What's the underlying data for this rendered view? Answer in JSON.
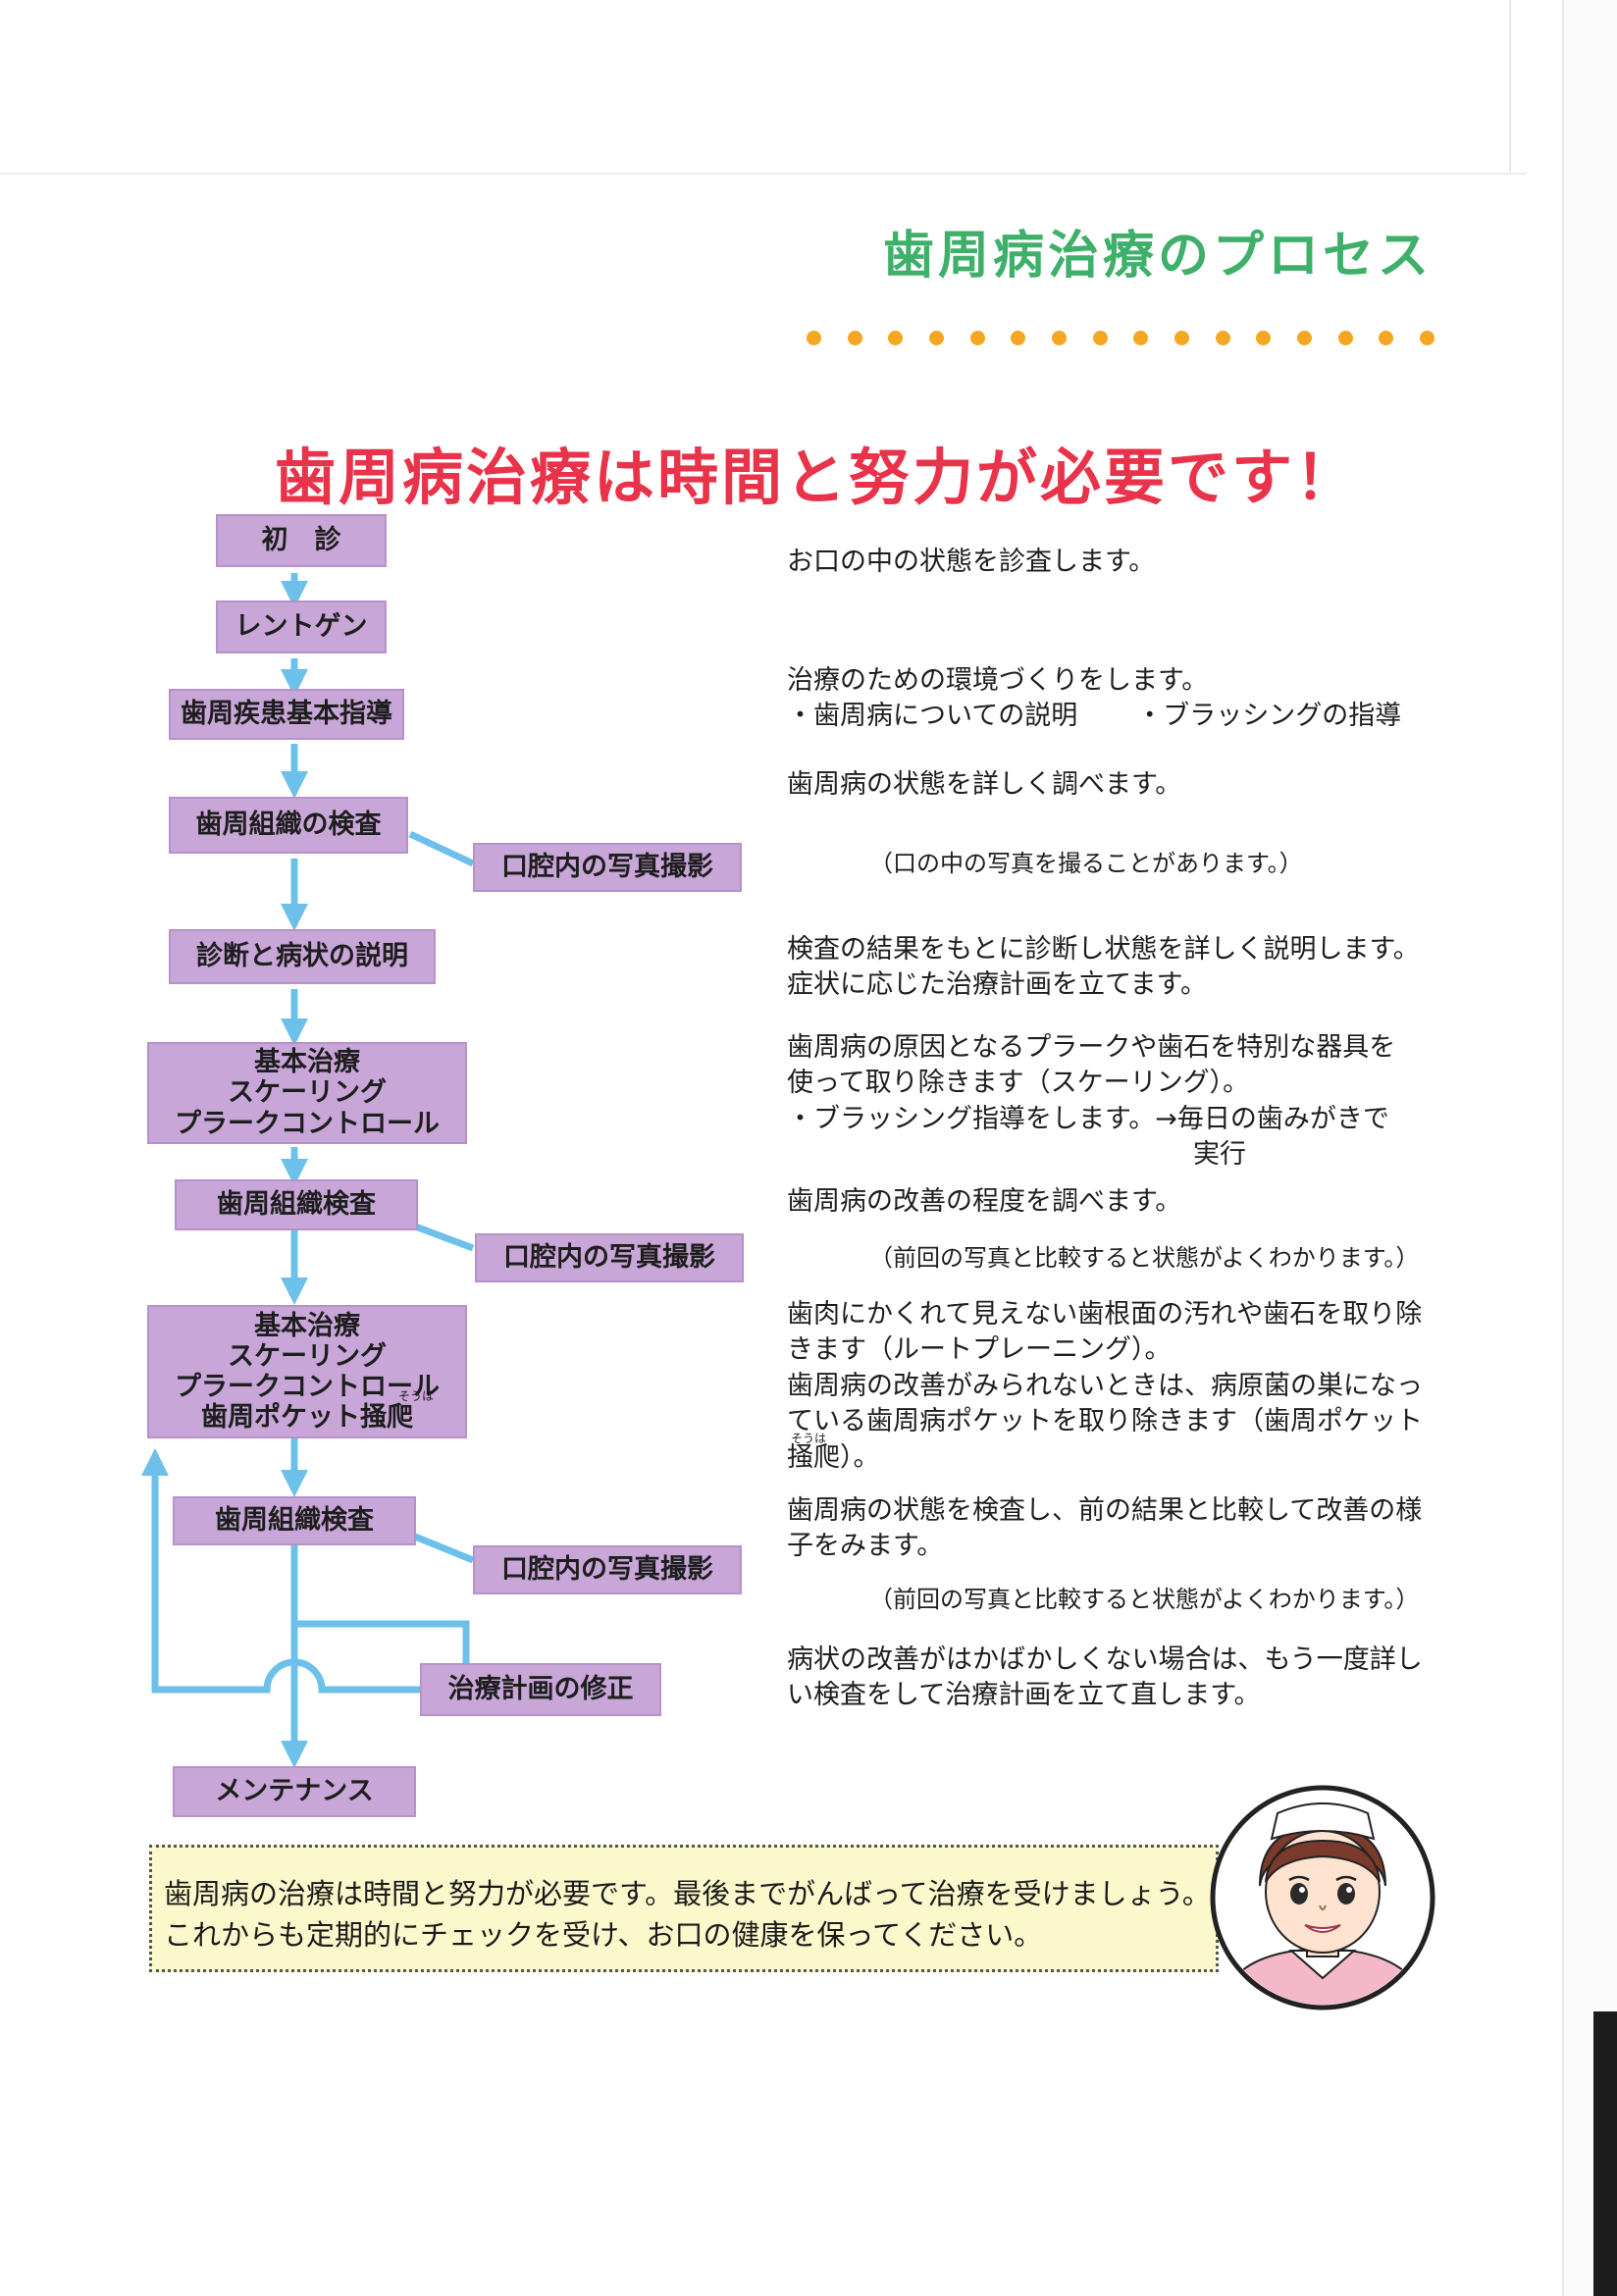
{
  "header": {
    "title": "歯周病治療のプロセス",
    "dot_count": 16,
    "accent_color": "#3fb06a",
    "dot_color": "#f5a623"
  },
  "headline": "歯周病治療は時間と努力が必要です！",
  "headline_color": "#e8334a",
  "flow": {
    "box_color": "#c8a6d8",
    "arrow_color": "#6cc0ea",
    "steps": [
      {
        "label": "初　診"
      },
      {
        "label": "レントゲン"
      },
      {
        "label": "歯周疾患基本指導"
      },
      {
        "label": "歯周組織の検査"
      },
      {
        "label": "口腔内の写真撮影"
      },
      {
        "label": "診断と病状の説明"
      },
      {
        "lines": [
          "基本治療",
          "スケーリング",
          "プラークコントロール"
        ]
      },
      {
        "label": "歯周組織検査"
      },
      {
        "label": "口腔内の写真撮影"
      },
      {
        "lines": [
          "基本治療",
          "スケーリング",
          "プラークコントロール",
          "歯周ポケット掻爬"
        ]
      },
      {
        "label": "歯周組織検査"
      },
      {
        "label": "口腔内の写真撮影"
      },
      {
        "label": "治療計画の修正"
      },
      {
        "label": "メンテナンス"
      }
    ],
    "furigana": "そうは"
  },
  "descriptions": {
    "d1": "お口の中の状態を診査します。",
    "d2": {
      "line1": "治療のための環境づくりをします。",
      "bullet_a": "・歯周病についての説明",
      "bullet_b": "・ブラッシングの指導"
    },
    "d3": "歯周病の状態を詳しく調べます。",
    "d3_note": "（口の中の写真を撮ることがあります。）",
    "d4": [
      "検査の結果をもとに診断し状態を詳しく説明します。",
      "症状に応じた治療計画を立てます。"
    ],
    "d5": [
      "歯周病の原因となるプラークや歯石を特別な器具を",
      "使って取り除きます（スケーリング）。",
      "・ブラッシング指導をします。→毎日の歯みがきで",
      "実行"
    ],
    "d6": "歯周病の改善の程度を調べます。",
    "d6_note": "（前回の写真と比較すると状態がよくわかります。）",
    "d7": [
      "歯肉にかくれて見えない歯根面の汚れや歯石を取り除",
      "きます（ルートプレーニング）。",
      "歯周病の改善がみられないときは、病原菌の巣になっ",
      "ている歯周病ポケットを取り除きます（歯周ポケット",
      "掻爬）。"
    ],
    "d8": [
      "歯周病の状態を検査し、前の結果と比較して改善の様",
      "子をみます。"
    ],
    "d8_note": "（前回の写真と比較すると状態がよくわかります。）",
    "d9": [
      "病状の改善がはかばかしくない場合は、もう一度詳し",
      "い検査をして治療計画を立て直します。"
    ]
  },
  "message": {
    "line1": "歯周病の治療は時間と努力が必要です。最後までがんばって治療を受けましょう。",
    "line2": "これからも定期的にチェックを受け、お口の健康を保ってください。"
  }
}
